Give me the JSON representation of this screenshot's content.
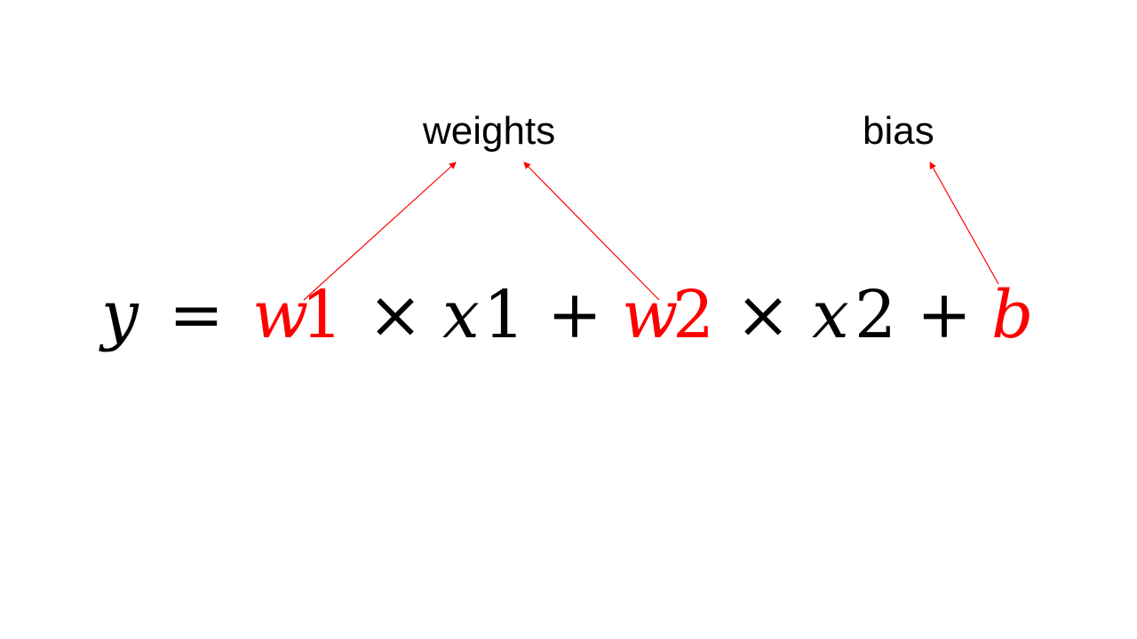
{
  "colors": {
    "text": "#000000",
    "highlight": "#ff0000",
    "arrow": "#ff0000",
    "background": "#ffffff"
  },
  "labels": {
    "weights": "weights",
    "bias": "bias"
  },
  "equation": {
    "y": "y",
    "equals": "=",
    "w1_var": "w",
    "w1_sub": "1",
    "times1": "×",
    "x1_var": "x",
    "x1_sub": "1",
    "plus1": "+",
    "w2_var": "w",
    "w2_sub": "2",
    "times2": "×",
    "x2_var": "x",
    "x2_sub": "2",
    "plus2": "+",
    "b": "b"
  }
}
